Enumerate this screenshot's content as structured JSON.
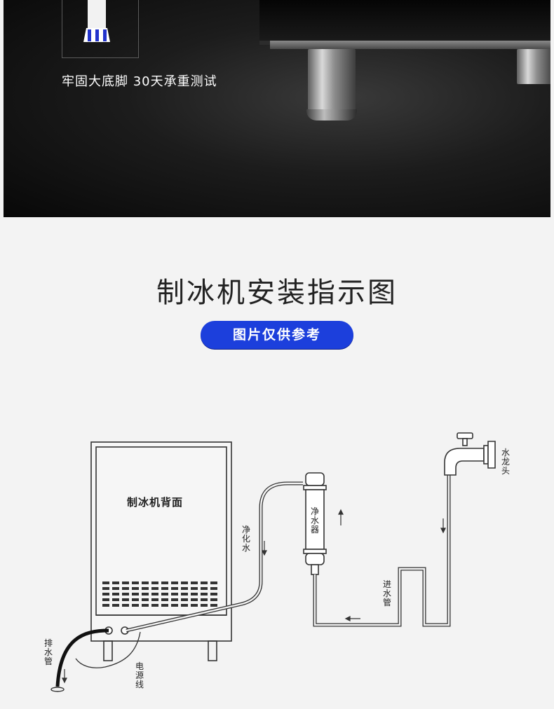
{
  "top": {
    "caption": "牢固大底脚 30天承重测试"
  },
  "heading": {
    "title": "制冰机安装指示图",
    "badge": "图片仅供参考",
    "badge_color": "#1c3fdc"
  },
  "diagram": {
    "machine_back": "制冰机背面",
    "purified_water": "净化水",
    "purifier": "净水器",
    "faucet": "水龙头",
    "inlet_pipe": "进水管",
    "drain_pipe": "排水管",
    "power_cord": "电源线"
  }
}
